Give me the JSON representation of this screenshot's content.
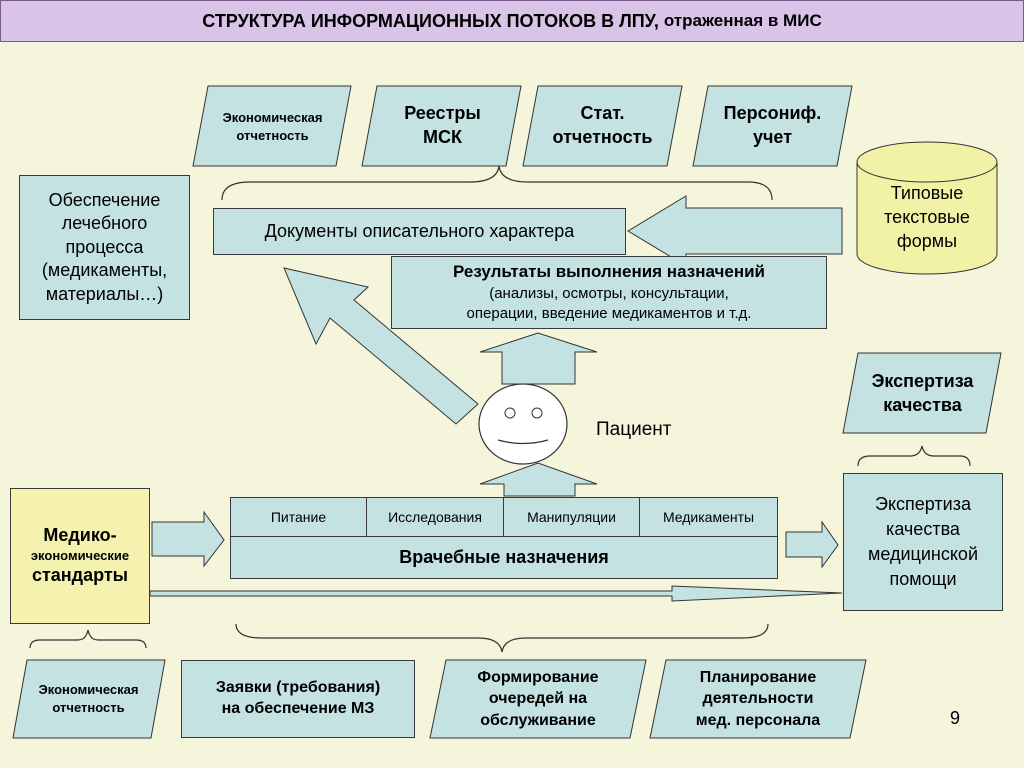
{
  "title": {
    "main": "СТРУКТУРА ИНФОРМАЦИОННЫХ ПОТОКОВ В ЛПУ,",
    "sub": "отраженная в МИС"
  },
  "top_boxes": [
    {
      "line1": "Экономическая",
      "line2": "отчетность"
    },
    {
      "line1": "Реестры",
      "line2": "МСК"
    },
    {
      "line1": "Стат.",
      "line2": "отчетность"
    },
    {
      "line1": "Персониф.",
      "line2": "учет"
    }
  ],
  "supply_box": {
    "lines": [
      "Обеспечение",
      "лечебного",
      "процесса",
      "(медикаменты,",
      "материалы…)"
    ]
  },
  "docs_box": {
    "text": "Документы описательного характера"
  },
  "templates_cylinder": {
    "lines": [
      "Типовые",
      "текстовые",
      "формы"
    ]
  },
  "results_box": {
    "title": "Результаты выполнения назначений",
    "line2": "(анализы, осмотры, консультации,",
    "line3": "операции, введение медикаментов и т.д."
  },
  "patient_label": "Пациент",
  "quality_expertise_top": {
    "line1": "Экспертиза",
    "line2": "качества"
  },
  "standards_box": {
    "line1": "Медико-",
    "line2": "экономические",
    "line3": "стандарты"
  },
  "prescriptions": {
    "cells": [
      "Питание",
      "Исследования",
      "Манипуляции",
      "Медикаменты"
    ],
    "title": "Врачебные назначения"
  },
  "quality_care_box": {
    "lines": [
      "Экспертиза",
      "качества",
      "медицинской",
      "помощи"
    ]
  },
  "bottom_boxes": [
    {
      "line1": "Экономическая",
      "line2": "отчетность"
    },
    {
      "line1": "Заявки (требования)",
      "line2": "на обеспечение МЗ"
    },
    {
      "line1": "Формирование",
      "line2": "очередей на",
      "line3": "обслуживание"
    },
    {
      "line1": "Планирование",
      "line2": "деятельности",
      "line3": "мед. персонала"
    }
  ],
  "page_number": "9",
  "colors": {
    "box_fill": "#c4e2e2",
    "cylinder_fill": "#f2f2a6",
    "standards_fill": "#f5f2b0",
    "title_fill": "#d9c3e6",
    "background": "#f5f5dc"
  }
}
